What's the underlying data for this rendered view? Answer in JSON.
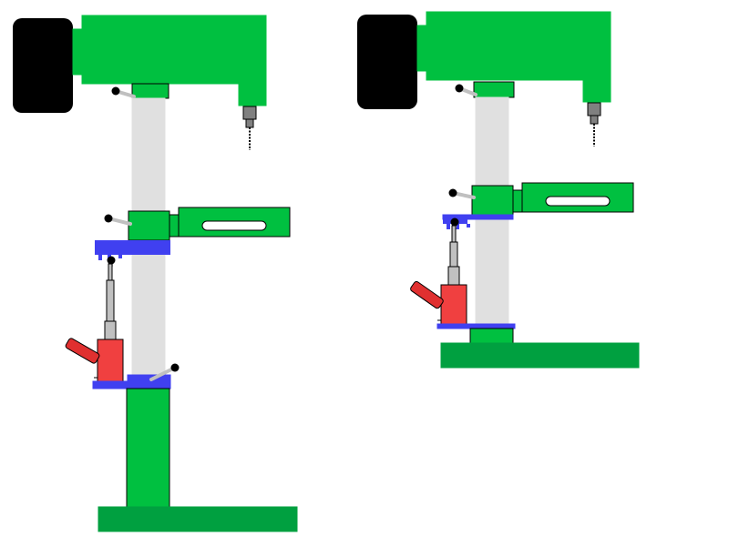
{
  "diagram": {
    "panels": [
      {
        "id": "drill-press-lowered",
        "table_state": "lowered",
        "jack_state": "extended"
      },
      {
        "id": "drill-press-raised",
        "table_state": "raised",
        "jack_state": "compressed"
      }
    ],
    "icons": [
      "drill-press",
      "motor",
      "drill-chuck",
      "drill-bit",
      "column",
      "table-arm",
      "table-collar",
      "bracket",
      "lever",
      "hydraulic-jack",
      "base"
    ],
    "colors": {
      "machine_green": "#00c040",
      "base_green": "#00a040",
      "motor_black": "#000000",
      "column_gray": "#e0e0e0",
      "bracket_blue": "#4040f0",
      "jack_red": "#f04040",
      "jack_handle_red": "#e03030",
      "rod_gray": "#c0c0c0",
      "chuck_gray": "#808080",
      "outline": "#000000"
    }
  }
}
